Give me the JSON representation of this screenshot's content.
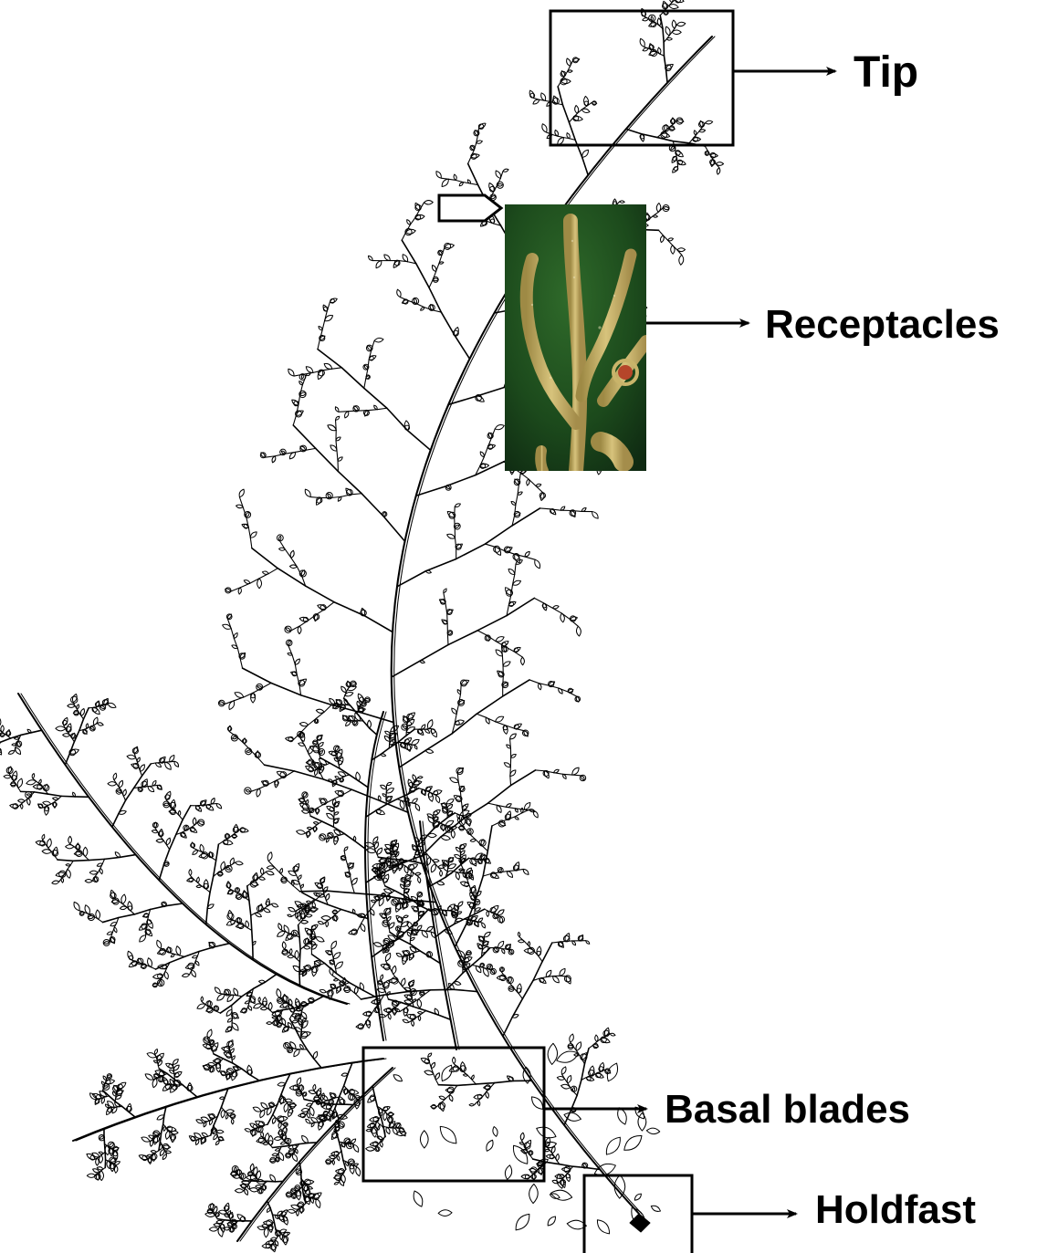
{
  "labels": {
    "tip": "Tip",
    "receptacles": "Receptacles",
    "basal_blades": "Basal blades",
    "holdfast": "Holdfast"
  },
  "colors": {
    "line": "#000000",
    "background": "#ffffff",
    "photo_bg": "#1f4a1e",
    "receptacle": "#c9b46a"
  },
  "icons": {
    "arrow": "right-arrow-icon"
  }
}
